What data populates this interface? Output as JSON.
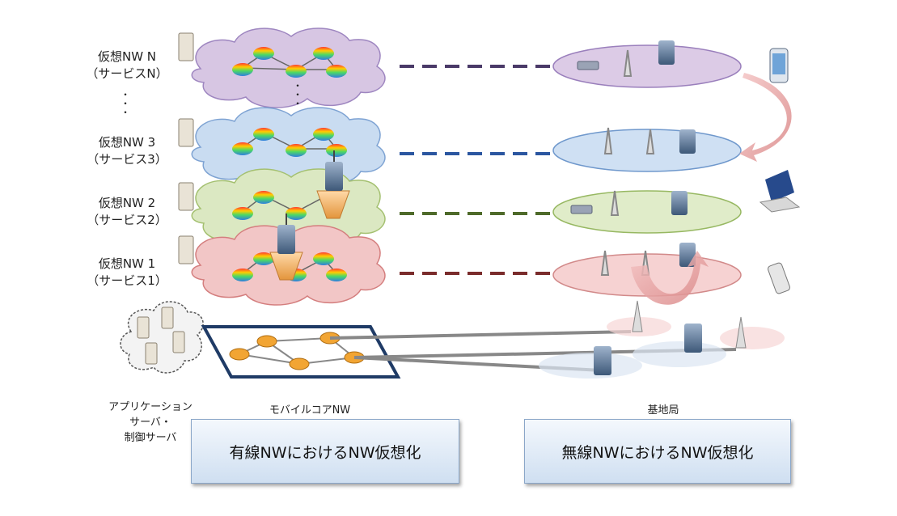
{
  "virtual_networks": [
    {
      "name": "仮想NW N",
      "service": "（サービスN）",
      "color": "#d7c6e3",
      "stroke": "#7b5ea8",
      "link": "#4a3a68"
    },
    {
      "name": "仮想NW 3",
      "service": "（サービス3）",
      "color": "#c9dcf1",
      "stroke": "#4f81bd",
      "link": "#2b56a0"
    },
    {
      "name": "仮想NW 2",
      "service": "（サービス2）",
      "color": "#dbe8c2",
      "stroke": "#8aab4e",
      "link": "#4e6a2a"
    },
    {
      "name": "仮想NW 1",
      "service": "（サービス1）",
      "color": "#f2c6c6",
      "stroke": "#c0504d",
      "link": "#7a2c2c"
    }
  ],
  "bottom": {
    "app_server_label": [
      "アプリケーション",
      "サーバ・",
      "制御サーバ"
    ],
    "core_label": "モバイルコアNW",
    "base_station_label": "基地局"
  },
  "boxes": {
    "wired": "有線NWにおけるNW仮想化",
    "wireless": "無線NWにおけるNW仮想化"
  },
  "ellipsis": "・\n・\n・"
}
